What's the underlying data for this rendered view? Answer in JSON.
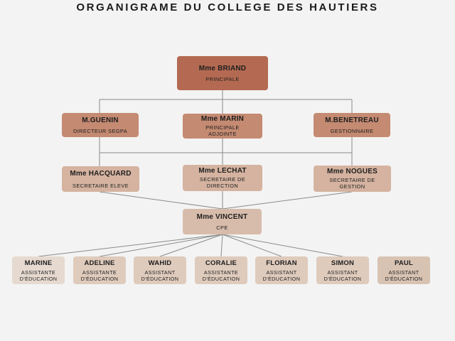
{
  "title": "ORGANIGRAME DU COLLEGE DES HAUTIERS",
  "principal": {
    "name": "Mme BRIAND",
    "role": "PRINCIPALE"
  },
  "level1": [
    {
      "name": "M.GUENIN",
      "role": "DIRECTEUR SEGPA"
    },
    {
      "name": "Mme MARIN",
      "role": "PRINCIPALE ADJOINTE"
    },
    {
      "name": "M.BENETREAU",
      "role": "GESTIONNAIRE"
    }
  ],
  "level2": [
    {
      "name": "Mme HACQUARD",
      "role": "SECRETAIRE ELEVE"
    },
    {
      "name": "Mme LECHAT",
      "role": "SECRETAIRE DE DIRECTION"
    },
    {
      "name": "Mme NOGUES",
      "role": "SECRETAIRE DE GESTION"
    }
  ],
  "cpe": {
    "name": "Mme VINCENT",
    "role": "CPE"
  },
  "assistants": [
    {
      "name": "MARINE",
      "role": "ASSISTANTE D'ÉDUCATION"
    },
    {
      "name": "ADELINE",
      "role": "ASSISTANTE D'ÉDUCATION"
    },
    {
      "name": "WAHID",
      "role": "ASSISTANT D'ÉDUCATION"
    },
    {
      "name": "CORALIE",
      "role": "ASSISTANTE D'ÉDUCATION"
    },
    {
      "name": "FLORIAN",
      "role": "ASSISTANT D'ÉDUCATION"
    },
    {
      "name": "SIMON",
      "role": "ASSISTANT D'ÉDUCATION"
    },
    {
      "name": "PAUL",
      "role": "ASSISTANT D'ÉDUCATION"
    }
  ],
  "colors": {
    "line": "#8a8a8a",
    "principal": "#b46a52",
    "level1": "#c48a72",
    "level2": "#d5b3a0"
  }
}
